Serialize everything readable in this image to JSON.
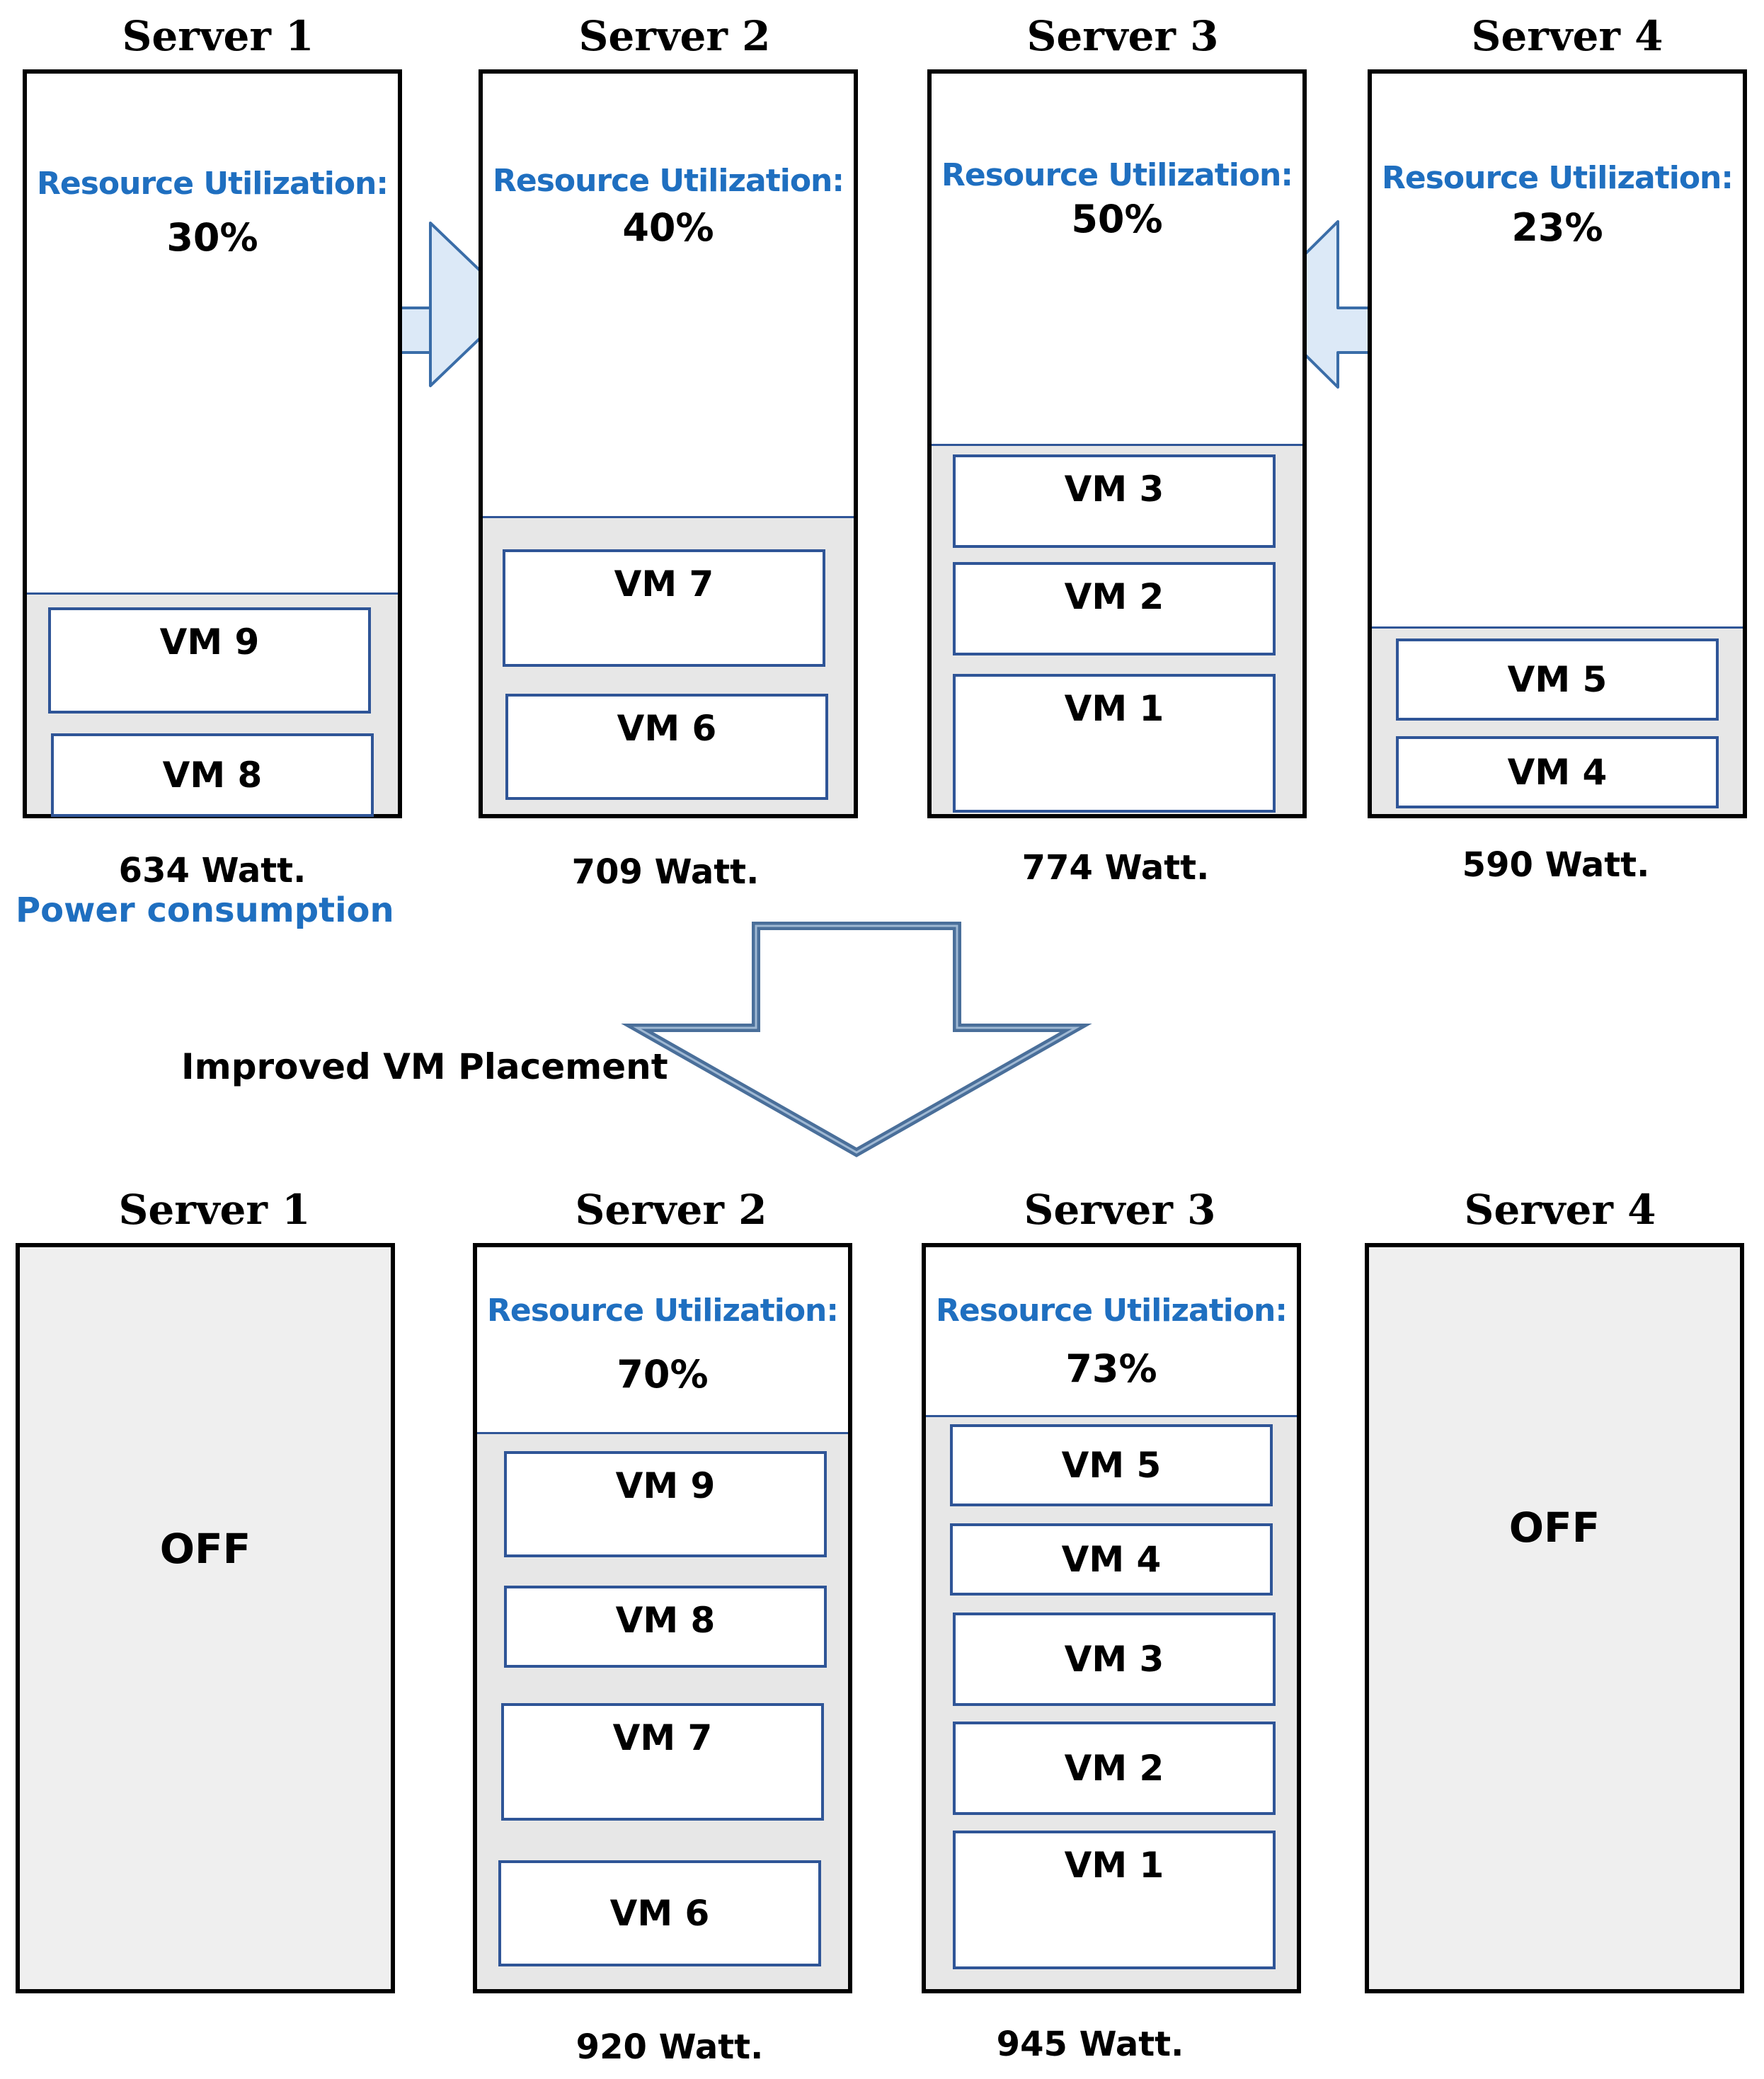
{
  "before": {
    "servers": [
      {
        "title": "Server 1",
        "ru_label": "Resource Utilization:",
        "ru_value": "30%",
        "vms": [
          "VM 9",
          "VM 8"
        ],
        "watt": "634 Watt."
      },
      {
        "title": "Server 2",
        "ru_label": "Resource Utilization:",
        "ru_value": "40%",
        "vms": [
          "VM 7",
          "VM 6"
        ],
        "watt": "709 Watt."
      },
      {
        "title": "Server 3",
        "ru_label": "Resource Utilization:",
        "ru_value": "50%",
        "vms": [
          "VM 3",
          "VM 2",
          "VM 1"
        ],
        "watt": "774 Watt."
      },
      {
        "title": "Server 4",
        "ru_label": "Resource Utilization:",
        "ru_value": "23%",
        "vms": [
          "VM 5",
          "VM 4"
        ],
        "watt": "590 Watt."
      }
    ],
    "power_label": "Power consumption"
  },
  "transition_label": "Improved VM Placement",
  "after": {
    "servers": [
      {
        "title": "Server 1",
        "status": "OFF"
      },
      {
        "title": "Server 2",
        "ru_label": "Resource Utilization:",
        "ru_value": "70%",
        "vms": [
          "VM 9",
          "VM 8",
          "VM 7",
          "VM 6"
        ],
        "watt": "920 Watt."
      },
      {
        "title": "Server 3",
        "ru_label": "Resource Utilization:",
        "ru_value": "73%",
        "vms": [
          "VM 5",
          "VM 4",
          "VM 3",
          "VM 2",
          "VM 1"
        ],
        "watt": "945 Watt."
      },
      {
        "title": "Server 4",
        "status": "OFF"
      }
    ]
  },
  "colors": {
    "accent_blue": "#1f6fc0",
    "vm_border": "#2f5597",
    "vm_area_bg": "#e7e7e7",
    "arrow_fill": "#dce9f7",
    "arrow_stroke": "#3a6da8",
    "big_arrow_stroke": "#4a6f9a"
  }
}
